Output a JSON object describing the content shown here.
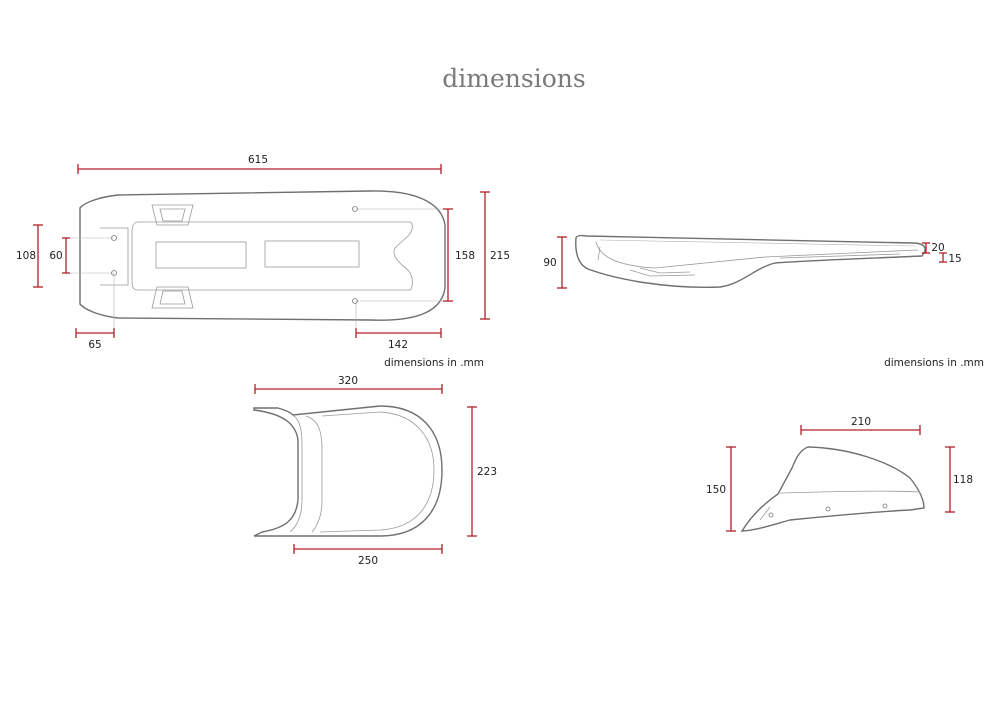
{
  "title": "dimensions",
  "notes": {
    "left": "dimensions in .mm",
    "right": "dimensions in .mm"
  },
  "top_view": {
    "length": "615",
    "height_outer": "108",
    "height_inner": "60",
    "front_width": "158",
    "rear_width": "215",
    "nose_depth": "65",
    "rear_offset": "142"
  },
  "side_view": {
    "height": "90",
    "tail_top": "20",
    "tail_bottom": "15"
  },
  "rear_view": {
    "top_width": "320",
    "bottom_width": "250",
    "height": "223"
  },
  "cowl_view": {
    "length": "210",
    "front_height": "150",
    "rear_height": "118"
  },
  "colors": {
    "dimension_line": "#b0202a",
    "outline": "#6f6f6f",
    "title": "#7a7a7a"
  }
}
